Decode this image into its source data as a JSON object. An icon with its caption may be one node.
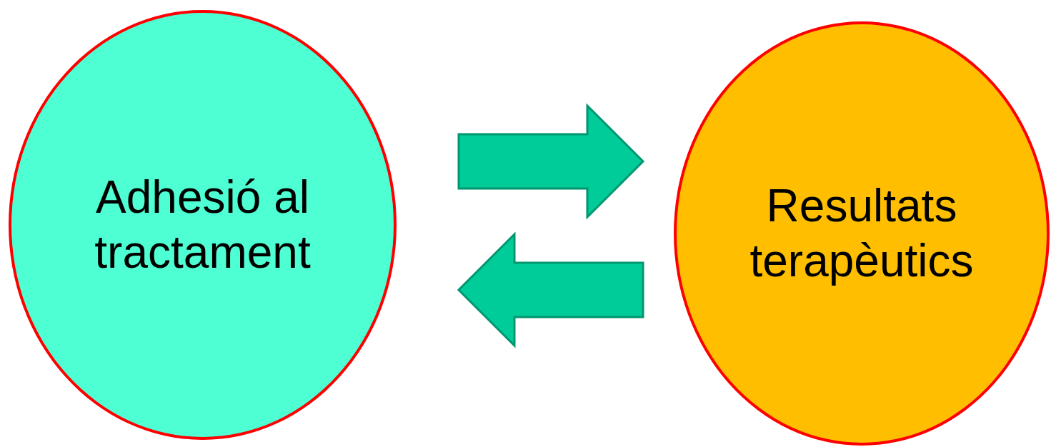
{
  "diagram": {
    "nodes": [
      {
        "text": [
          "Adhesió al tractament"
        ]
      },
      {
        "text": [
          "Resultats terapèutics"
        ]
      }
    ],
    "edges": [
      {
        "from": 0,
        "to": 1,
        "arrow": "to"
      },
      {
        "from": 1,
        "to": 0,
        "arrow": "to"
      }
    ]
  }
}
